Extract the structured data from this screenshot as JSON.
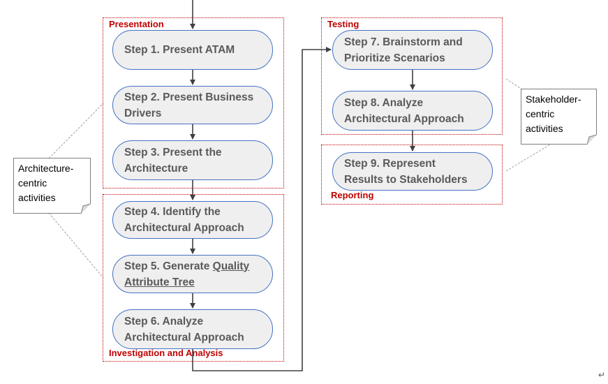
{
  "groups": {
    "presentation": "Presentation",
    "investigation": "Investigation and Analysis",
    "testing": "Testing",
    "reporting": "Reporting"
  },
  "steps": {
    "s1": {
      "line1": "Step 1. Present ATAM"
    },
    "s2": {
      "line1": "Step 2. Present Business",
      "line2": "Drivers"
    },
    "s3": {
      "line1": "Step 3. Present the",
      "line2": "Architecture"
    },
    "s4": {
      "line1": "Step 4. Identify the",
      "line2": "Architectural Approach"
    },
    "s5": {
      "line1a": "Step 5. Generate ",
      "line1b": "Quality",
      "line2": "Attribute Tree"
    },
    "s6": {
      "line1": "Step 6. Analyze",
      "line2": "Architectural Approach"
    },
    "s7": {
      "line1": "Step 7. Brainstorm and",
      "line2": "Prioritize Scenarios"
    },
    "s8": {
      "line1": "Step 8. Analyze",
      "line2": "Architectural Approach"
    },
    "s9": {
      "line1": "Step 9. Represent",
      "line2": "Results to Stakeholders"
    }
  },
  "notes": {
    "architecture": {
      "line1": "Architecture-",
      "line2": "centric",
      "line3": "activities"
    },
    "stakeholder": {
      "line1": "Stakeholder-",
      "line2": "centric",
      "line3": "activities"
    }
  },
  "paragraph_mark": "↵",
  "colors": {
    "group_border": "#c00000",
    "step_border": "#4472c4",
    "step_fill": "#efefef",
    "arrow": "#404040"
  }
}
